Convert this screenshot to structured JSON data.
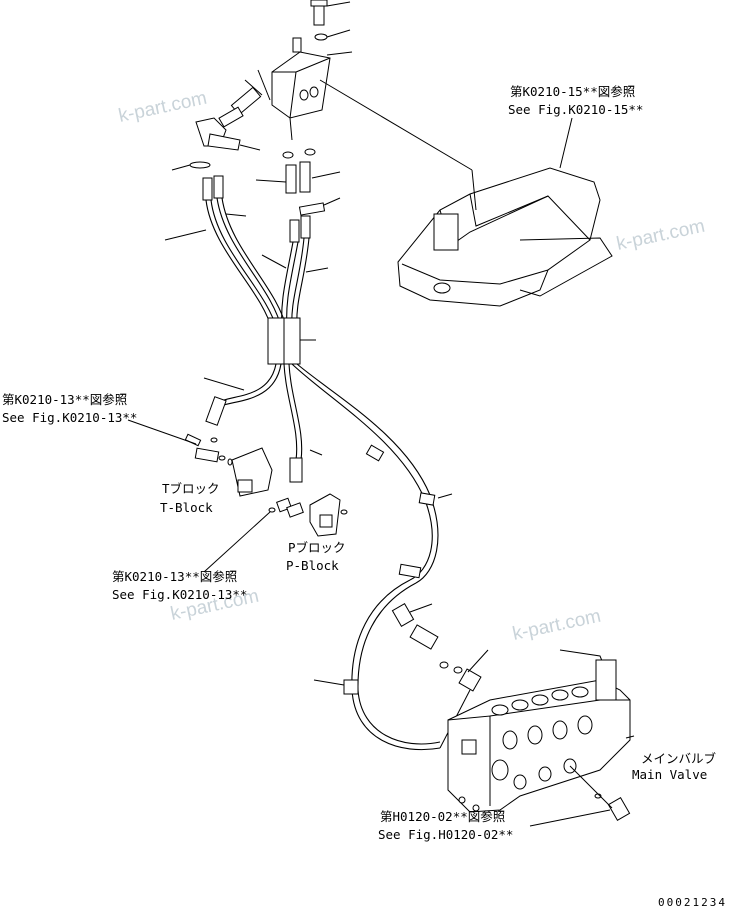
{
  "references": {
    "k0210_15": {
      "jp": "第K0210-15**図参照",
      "en": "See Fig.K0210-15**"
    },
    "k0210_13_top": {
      "jp": "第K0210-13**図参照",
      "en": "See Fig.K0210-13**"
    },
    "k0210_13_bottom": {
      "jp": "第K0210-13**図参照",
      "en": "See Fig.K0210-13**"
    },
    "h0120_02": {
      "jp": "第H0120-02**図参照",
      "en": "See Fig.H0120-02**"
    }
  },
  "parts": {
    "t_block": {
      "jp": "Tブロック",
      "en": "T-Block"
    },
    "p_block": {
      "jp": "Pブロック",
      "en": "P-Block"
    },
    "main_valve": {
      "jp": "メインバルブ",
      "en": "Main Valve"
    }
  },
  "watermarks": [
    "k-part.com",
    "k-part.com",
    "k-part.com",
    "k-part.com"
  ],
  "drawing_number": "00021234"
}
